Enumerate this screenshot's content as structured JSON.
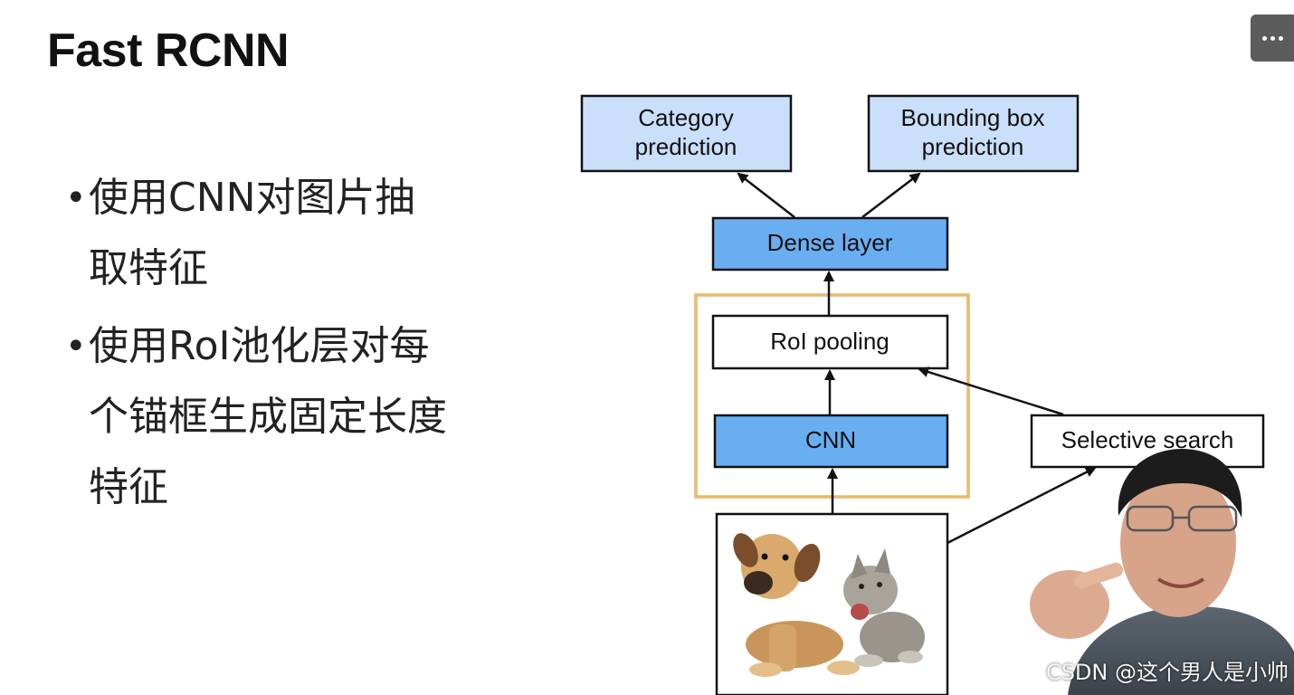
{
  "slide": {
    "title": "Fast RCNN",
    "bullets": [
      {
        "line1": "使用CNN对图片抽",
        "line2": "取特征",
        "line3": ""
      },
      {
        "line1": "使用RoI池化层对每",
        "line2": "个锚框生成固定长度",
        "line3": "特征"
      }
    ]
  },
  "diagram": {
    "category_box": {
      "line1": "Category",
      "line2": "prediction"
    },
    "bbox_box": {
      "line1": "Bounding box",
      "line2": "prediction"
    },
    "dense_box": "Dense layer",
    "roi_box": "RoI pooling",
    "cnn_box": "CNN",
    "selective_box": "Selective search",
    "colors": {
      "blue_light": "#c9dffa",
      "blue_mid": "#6aaef2",
      "highlight": "#e8b96c"
    }
  },
  "watermark": "CSDN @这个男人是小帅",
  "icons": {
    "more": "more-dots-icon"
  }
}
